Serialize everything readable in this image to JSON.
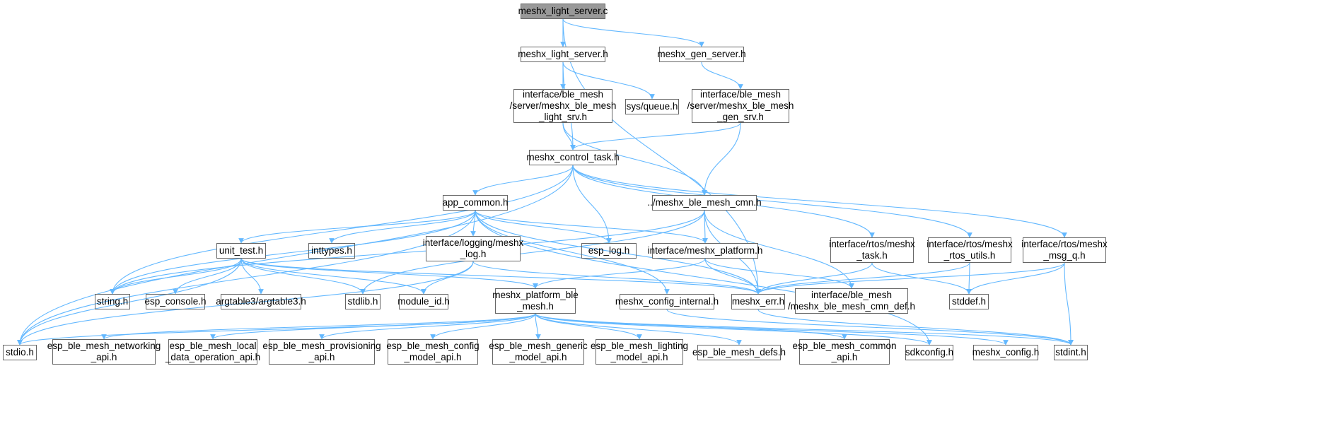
{
  "colors": {
    "edge": "#63b8ff",
    "root_fill": "#999999",
    "file_fill": "#ffffff",
    "external_fill": "#e0e0e0"
  },
  "nodes": {
    "n_root": {
      "label": "meshx_light_server.c",
      "kind": "root"
    },
    "n_light_h": {
      "label": "meshx_light_server.h",
      "kind": "file"
    },
    "n_gen_h": {
      "label": "meshx_gen_server.h",
      "kind": "file"
    },
    "n_light_srv": {
      "label": "interface/ble_mesh\n/server/meshx_ble_mesh\n_light_srv.h",
      "kind": "file"
    },
    "n_queue": {
      "label": "sys/queue.h",
      "kind": "external"
    },
    "n_gen_srv": {
      "label": "interface/ble_mesh\n/server/meshx_ble_mesh\n_gen_srv.h",
      "kind": "file"
    },
    "n_ctrl": {
      "label": "meshx_control_task.h",
      "kind": "file"
    },
    "n_app": {
      "label": "app_common.h",
      "kind": "file"
    },
    "n_cmn": {
      "label": "../meshx_ble_mesh_cmn.h",
      "kind": "file"
    },
    "n_unit": {
      "label": "unit_test.h",
      "kind": "file"
    },
    "n_inttypes": {
      "label": "inttypes.h",
      "kind": "external"
    },
    "n_log": {
      "label": "interface/logging/meshx\n_log.h",
      "kind": "file"
    },
    "n_esplog": {
      "label": "esp_log.h",
      "kind": "external"
    },
    "n_platform": {
      "label": "interface/meshx_platform.h",
      "kind": "file"
    },
    "n_rtos_task": {
      "label": "interface/rtos/meshx\n_task.h",
      "kind": "file"
    },
    "n_rtos_utils": {
      "label": "interface/rtos/meshx\n_rtos_utils.h",
      "kind": "file"
    },
    "n_msgq": {
      "label": "interface/rtos/meshx\n_msg_q.h",
      "kind": "file"
    },
    "n_string": {
      "label": "string.h",
      "kind": "external"
    },
    "n_console": {
      "label": "esp_console.h",
      "kind": "external"
    },
    "n_argtable": {
      "label": "argtable3/argtable3.h",
      "kind": "external"
    },
    "n_stdlib": {
      "label": "stdlib.h",
      "kind": "external"
    },
    "n_module": {
      "label": "module_id.h",
      "kind": "file"
    },
    "n_pble": {
      "label": "meshx_platform_ble\n_mesh.h",
      "kind": "file"
    },
    "n_cfgint": {
      "label": "meshx_config_internal.h",
      "kind": "file"
    },
    "n_err": {
      "label": "meshx_err.h",
      "kind": "file"
    },
    "n_cmndef": {
      "label": "interface/ble_mesh\n/meshx_ble_mesh_cmn_def.h",
      "kind": "file"
    },
    "n_stddef": {
      "label": "stddef.h",
      "kind": "external"
    },
    "n_stdio": {
      "label": "stdio.h",
      "kind": "external"
    },
    "n_net": {
      "label": "esp_ble_mesh_networking\n_api.h",
      "kind": "external"
    },
    "n_local": {
      "label": "esp_ble_mesh_local\n_data_operation_api.h",
      "kind": "external"
    },
    "n_prov": {
      "label": "esp_ble_mesh_provisioning\n_api.h",
      "kind": "external"
    },
    "n_config": {
      "label": "esp_ble_mesh_config\n_model_api.h",
      "kind": "external"
    },
    "n_generic": {
      "label": "esp_ble_mesh_generic\n_model_api.h",
      "kind": "external"
    },
    "n_lighting": {
      "label": "esp_ble_mesh_lighting\n_model_api.h",
      "kind": "external"
    },
    "n_defs": {
      "label": "esp_ble_mesh_defs.h",
      "kind": "external"
    },
    "n_common": {
      "label": "esp_ble_mesh_common\n_api.h",
      "kind": "external"
    },
    "n_sdk": {
      "label": "sdkconfig.h",
      "kind": "external"
    },
    "n_mcfg": {
      "label": "meshx_config.h",
      "kind": "external"
    },
    "n_stdint": {
      "label": "stdint.h",
      "kind": "external"
    }
  },
  "edges": [
    [
      "n_root",
      "n_light_h"
    ],
    [
      "n_root",
      "n_gen_h"
    ],
    [
      "n_root",
      "n_err"
    ],
    [
      "n_light_h",
      "n_light_srv"
    ],
    [
      "n_light_h",
      "n_queue"
    ],
    [
      "n_light_h",
      "n_ctrl"
    ],
    [
      "n_gen_h",
      "n_gen_srv"
    ],
    [
      "n_light_srv",
      "n_ctrl"
    ],
    [
      "n_light_srv",
      "n_cmn"
    ],
    [
      "n_gen_srv",
      "n_ctrl"
    ],
    [
      "n_gen_srv",
      "n_cmn"
    ],
    [
      "n_ctrl",
      "n_app"
    ],
    [
      "n_ctrl",
      "n_esplog"
    ],
    [
      "n_ctrl",
      "n_rtos_task"
    ],
    [
      "n_ctrl",
      "n_rtos_utils"
    ],
    [
      "n_ctrl",
      "n_msgq"
    ],
    [
      "n_ctrl",
      "n_string"
    ],
    [
      "n_ctrl",
      "n_stdio"
    ],
    [
      "n_app",
      "n_unit"
    ],
    [
      "n_app",
      "n_inttypes"
    ],
    [
      "n_app",
      "n_log"
    ],
    [
      "n_app",
      "n_esplog"
    ],
    [
      "n_app",
      "n_platform"
    ],
    [
      "n_app",
      "n_string"
    ],
    [
      "n_app",
      "n_stdio"
    ],
    [
      "n_app",
      "n_err"
    ],
    [
      "n_app",
      "n_cfgint"
    ],
    [
      "n_app",
      "n_sdk"
    ],
    [
      "n_cmn",
      "n_platform"
    ],
    [
      "n_cmn",
      "n_err"
    ],
    [
      "n_cmn",
      "n_cmndef"
    ],
    [
      "n_cmn",
      "n_stdlib"
    ],
    [
      "n_cmn",
      "n_string"
    ],
    [
      "n_unit",
      "n_string"
    ],
    [
      "n_unit",
      "n_console"
    ],
    [
      "n_unit",
      "n_argtable"
    ],
    [
      "n_unit",
      "n_stdlib"
    ],
    [
      "n_unit",
      "n_module"
    ],
    [
      "n_unit",
      "n_pble"
    ],
    [
      "n_unit",
      "n_err"
    ],
    [
      "n_unit",
      "n_stdio"
    ],
    [
      "n_log",
      "n_module"
    ],
    [
      "n_log",
      "n_err"
    ],
    [
      "n_log",
      "n_stdio"
    ],
    [
      "n_platform",
      "n_pble"
    ],
    [
      "n_platform",
      "n_err"
    ],
    [
      "n_platform",
      "n_cmndef"
    ],
    [
      "n_rtos_task",
      "n_err"
    ],
    [
      "n_rtos_task",
      "n_stddef"
    ],
    [
      "n_rtos_utils",
      "n_err"
    ],
    [
      "n_rtos_utils",
      "n_stddef"
    ],
    [
      "n_msgq",
      "n_err"
    ],
    [
      "n_msgq",
      "n_stddef"
    ],
    [
      "n_msgq",
      "n_stdint"
    ],
    [
      "n_pble",
      "n_stdio"
    ],
    [
      "n_pble",
      "n_net"
    ],
    [
      "n_pble",
      "n_local"
    ],
    [
      "n_pble",
      "n_prov"
    ],
    [
      "n_pble",
      "n_config"
    ],
    [
      "n_pble",
      "n_generic"
    ],
    [
      "n_pble",
      "n_lighting"
    ],
    [
      "n_pble",
      "n_defs"
    ],
    [
      "n_pble",
      "n_common"
    ],
    [
      "n_pble",
      "n_sdk"
    ],
    [
      "n_pble",
      "n_mcfg"
    ],
    [
      "n_pble",
      "n_stdint"
    ],
    [
      "n_cfgint",
      "n_stdint"
    ],
    [
      "n_err",
      "n_stdint"
    ]
  ]
}
